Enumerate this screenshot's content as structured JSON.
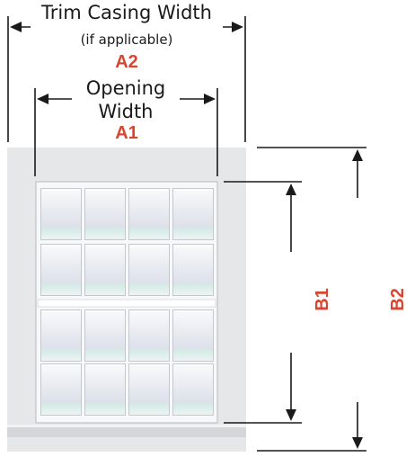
{
  "a2": {
    "title": "Trim Casing Width",
    "subtitle": "(if applicable)",
    "code": "A2"
  },
  "a1": {
    "title_line1": "Opening",
    "title_line2": "Width",
    "code": "A1"
  },
  "b1": {
    "code": "B1"
  },
  "b2": {
    "code": "B2"
  },
  "colors": {
    "accent": "#d9452f",
    "trim": "#e6e7e9",
    "sash": "#f4f5f6",
    "glass_top": "#f7f8fa",
    "glass_mid": "#dfe3ea",
    "glass_bottom": "#d6ece8",
    "line": "#1a1a1a"
  },
  "window": {
    "upper_sash_rows": 2,
    "lower_sash_rows": 2,
    "columns": 4
  }
}
